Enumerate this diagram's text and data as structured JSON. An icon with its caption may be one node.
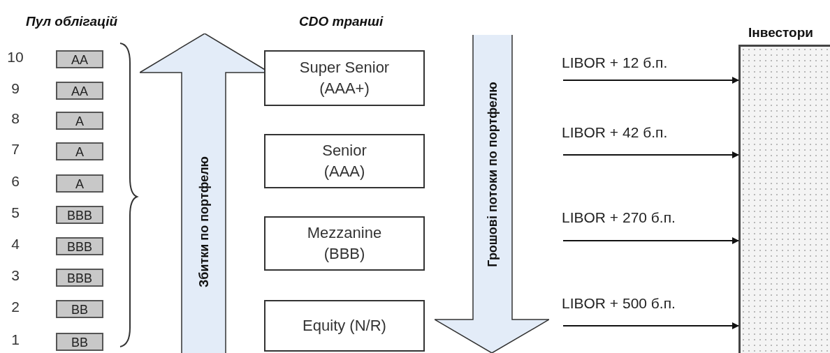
{
  "diagram": {
    "nodes": [
      {
        "text": [
          "AA"
        ],
        "beside": [
          "10"
        ]
      },
      {
        "text": [
          "AA"
        ],
        "beside": [
          "9"
        ]
      },
      {
        "text": [
          "A"
        ],
        "beside": [
          "8"
        ]
      },
      {
        "text": [
          "A"
        ],
        "beside": [
          "7"
        ]
      },
      {
        "text": [
          "A"
        ],
        "beside": [
          "6"
        ]
      },
      {
        "text": [
          "BBB"
        ],
        "beside": [
          "5"
        ]
      },
      {
        "text": [
          "BBB"
        ],
        "beside": [
          "4"
        ]
      },
      {
        "text": [
          "BBB"
        ],
        "beside": [
          "3"
        ]
      },
      {
        "text": [
          "BB"
        ],
        "beside": [
          "2"
        ]
      },
      {
        "text": [
          "BB"
        ],
        "beside": [
          "1"
        ]
      },
      {
        "text": [
          "Збитки по портфелю"
        ]
      },
      {
        "text": [
          "Super Senior (AAA+)"
        ]
      },
      {
        "text": [
          "Senior (AAA)"
        ]
      },
      {
        "text": [
          "Mezzanine (BBB)"
        ]
      },
      {
        "text": [
          "Equity (N/R)"
        ]
      },
      {
        "text": [
          "Грошові потоки по портфелю"
        ]
      },
      {
        "text": [
          "Інвестори"
        ]
      }
    ],
    "edges": [
      {
        "from": null,
        "to": 16,
        "arrow": "to",
        "label": "LIBOR + 12 б.п."
      },
      {
        "from": null,
        "to": 16,
        "arrow": "to",
        "label": "LIBOR + 42 б.п."
      },
      {
        "from": null,
        "to": 16,
        "arrow": "to",
        "label": "LIBOR + 270 б.п."
      },
      {
        "from": null,
        "to": 16,
        "arrow": "to",
        "label": "LIBOR + 500 б.п."
      }
    ],
    "labels": [
      "Пул облігацій",
      "CDO транші"
    ]
  }
}
